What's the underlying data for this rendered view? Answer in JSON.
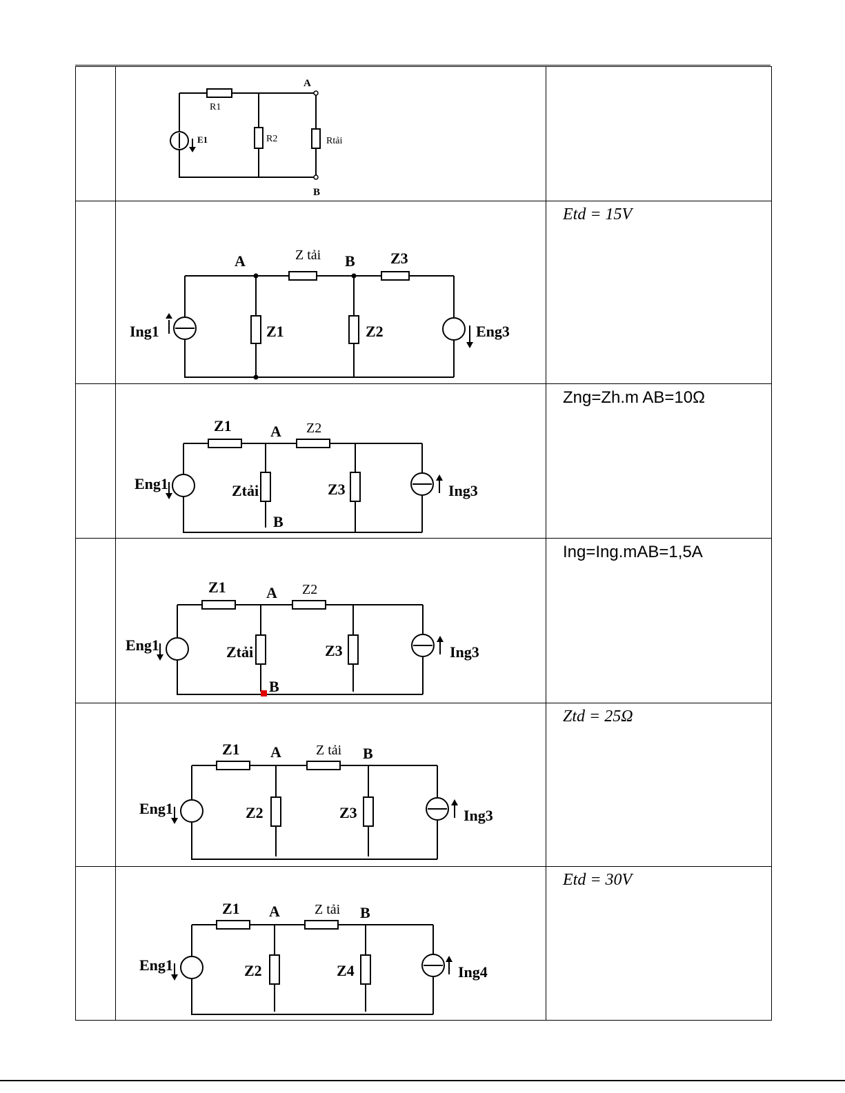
{
  "rows": [
    {
      "circuit": {
        "nodes": [
          "A",
          "B"
        ],
        "elements": [
          "R1",
          "R2",
          "Rtải",
          "E1"
        ]
      },
      "answer": ""
    },
    {
      "circuit": {
        "nodes": [
          "A",
          "B"
        ],
        "elements": [
          "Z tải",
          "Z3",
          "Z1",
          "Z2"
        ],
        "sources": [
          "Ing1",
          "Eng3"
        ]
      },
      "answer": "Etd = 15V"
    },
    {
      "circuit": {
        "nodes": [
          "A",
          "B"
        ],
        "elements": [
          "Z1",
          "Z2",
          "Ztải",
          "Z3"
        ],
        "sources": [
          "Eng1",
          "Ing3"
        ]
      },
      "answer": "Zng=Zh.m AB=10Ω"
    },
    {
      "circuit": {
        "nodes": [
          "A",
          "B"
        ],
        "elements": [
          "Z1",
          "Z2",
          "Ztải",
          "Z3"
        ],
        "sources": [
          "Eng1",
          "Ing3"
        ]
      },
      "answer": "Ing=Ing.mAB=1,5A"
    },
    {
      "circuit": {
        "nodes": [
          "A",
          "B"
        ],
        "elements": [
          "Z1",
          "Z tải",
          "Z2",
          "Z3"
        ],
        "sources": [
          "Eng1",
          "Ing3"
        ]
      },
      "answer": "Ztd = 25Ω"
    },
    {
      "circuit": {
        "nodes": [
          "A",
          "B"
        ],
        "elements": [
          "Z1",
          "Z tải",
          "Z2",
          "Z4"
        ],
        "sources": [
          "Eng1",
          "Ing4"
        ]
      },
      "answer": "Etd = 30V"
    }
  ],
  "colors": {
    "line": "#000000",
    "marker": "#e00000"
  }
}
